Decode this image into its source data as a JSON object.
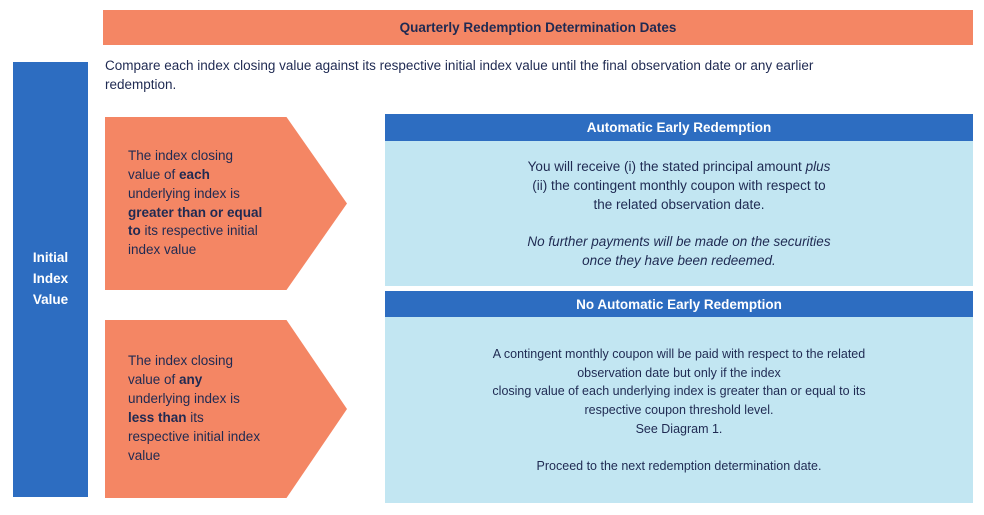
{
  "colors": {
    "orange": "#F48664",
    "blue": "#2D6DC1",
    "light_blue": "#C2E6F2",
    "navy": "#1F2A52"
  },
  "banner": {
    "title": "Quarterly Redemption Determination Dates"
  },
  "intro": {
    "text": "Compare each index closing value against its respective initial index value until the final observation date or any earlier\nredemption."
  },
  "left_bar": {
    "label": "Initial\nIndex\nValue"
  },
  "arrows": [
    {
      "name": "condition-greater-equal",
      "segments": [
        {
          "t": "The index closing\nvalue of "
        },
        {
          "t": "each",
          "b": true
        },
        {
          "t": "\nunderlying index is\n"
        },
        {
          "t": "greater than or equal\nto",
          "b": true
        },
        {
          "t": " its respective initial\nindex value"
        }
      ]
    },
    {
      "name": "condition-less-than",
      "segments": [
        {
          "t": "The index closing\nvalue of "
        },
        {
          "t": "any",
          "b": true
        },
        {
          "t": "\nunderlying index is\n"
        },
        {
          "t": "less than",
          "b": true
        },
        {
          "t": " its\nrespective initial index\nvalue"
        }
      ]
    }
  ],
  "boxes": [
    {
      "header": "Automatic Early Redemption",
      "paragraphs": [
        {
          "segments": [
            {
              "t": "You will receive (i) the stated principal amount "
            },
            {
              "t": "plus",
              "i": true
            },
            {
              "t": "\n(ii) the contingent monthly coupon with respect to\nthe related observation date."
            }
          ]
        },
        {
          "segments": [
            {
              "t": "No further payments will be made on the securities\nonce they have been redeemed.",
              "i": true
            }
          ]
        }
      ]
    },
    {
      "header": "No Automatic Early Redemption",
      "paragraphs": [
        {
          "segments": [
            {
              "t": "A contingent monthly coupon will be paid with respect to the related\nobservation date but only if the index\nclosing value of each underlying index is greater than or equal to its\nrespective coupon threshold level.\nSee Diagram 1."
            }
          ]
        },
        {
          "segments": [
            {
              "t": "Proceed to the next redemption determination date."
            }
          ]
        }
      ]
    }
  ]
}
